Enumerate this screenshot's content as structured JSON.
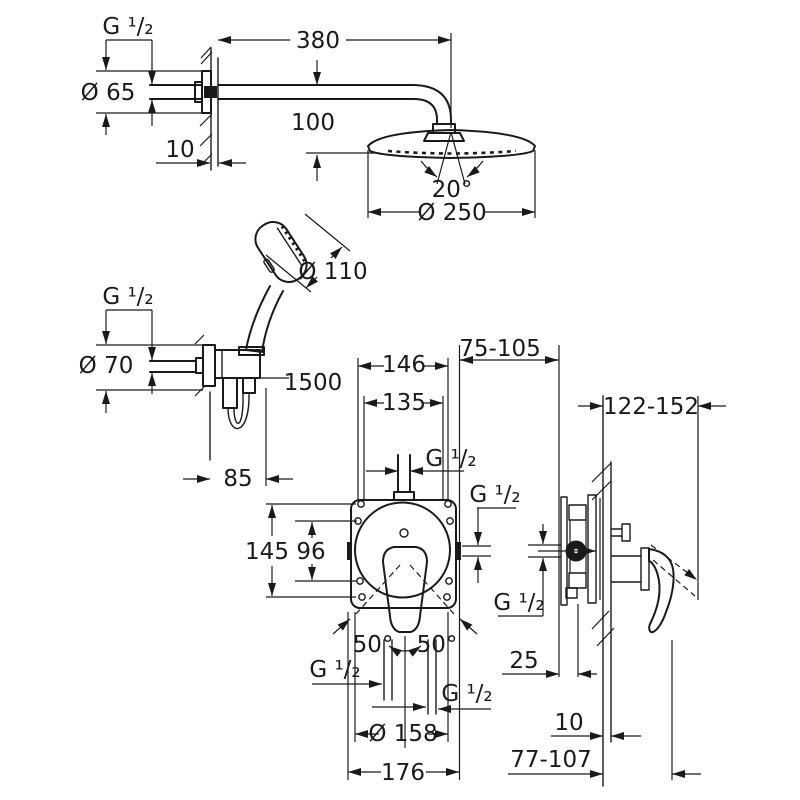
{
  "meta": {
    "kind": "technical dimensional drawing",
    "subject": "shower system: head shower with arm, hand shower with wall holder, concealed single-lever mixer (front and side view)",
    "line_color": "#1a1a1a",
    "background": "#ffffff"
  },
  "head_shower": {
    "thread": "G ¹/₂",
    "flange_diameter": "Ø 65",
    "wall_offset": "10",
    "arm_length": "380",
    "head_drop": "100",
    "spray_angle": "20°",
    "head_diameter": "Ø 250"
  },
  "hand_shower": {
    "head_diameter": "Ø 110",
    "thread": "G ¹/₂",
    "flange_diameter": "Ø 70",
    "hose_length": "1500",
    "holder_depth": "85"
  },
  "mixer_front": {
    "width_outer": "146",
    "width_inner": "135",
    "thread_top": "G ¹/₂",
    "thread_right": "G ¹/₂",
    "height_outer": "145",
    "height_inner": "96",
    "swing_left": "50°",
    "swing_right": "50°",
    "thread_bottom_left": "G ¹/₂",
    "thread_bottom_right": "G ¹/₂",
    "rosette_diameter": "Ø 158",
    "plate_width": "176"
  },
  "mixer_side": {
    "install_depth_range": "75-105",
    "total_depth_range": "122-152",
    "thread_side": "G ¹/₂",
    "box_depth": "25",
    "wall_gap": "10",
    "lever_depth_range": "77-107"
  }
}
